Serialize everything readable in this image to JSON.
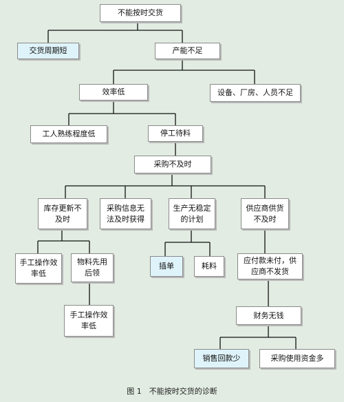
{
  "nodes": {
    "root": "不能按时交货",
    "short_delivery": "交货周期短",
    "capacity": "产能不足",
    "efficiency": "效率低",
    "resources": "设备、厂房、人员不足",
    "skill": "工人熟练程度低",
    "stoppage": "停工待料",
    "procurement": "采购不及时",
    "inventory": "库存更新不及时",
    "info": "采购信息无法及时获得",
    "plan": "生产无稳定的计划",
    "supplier": "供应商供货不及时",
    "manual1": "手工操作效率低",
    "material": "物料先用后领",
    "manual2": "手工操作效率低",
    "urgent": "插单",
    "waste": "耗料",
    "payable": "应付款未付，供应商不发货",
    "finance": "财务无钱",
    "collection": "销售回款少",
    "purchase_funds": "采购使用资金多"
  },
  "caption": "图 1　不能按时交货的诊断"
}
